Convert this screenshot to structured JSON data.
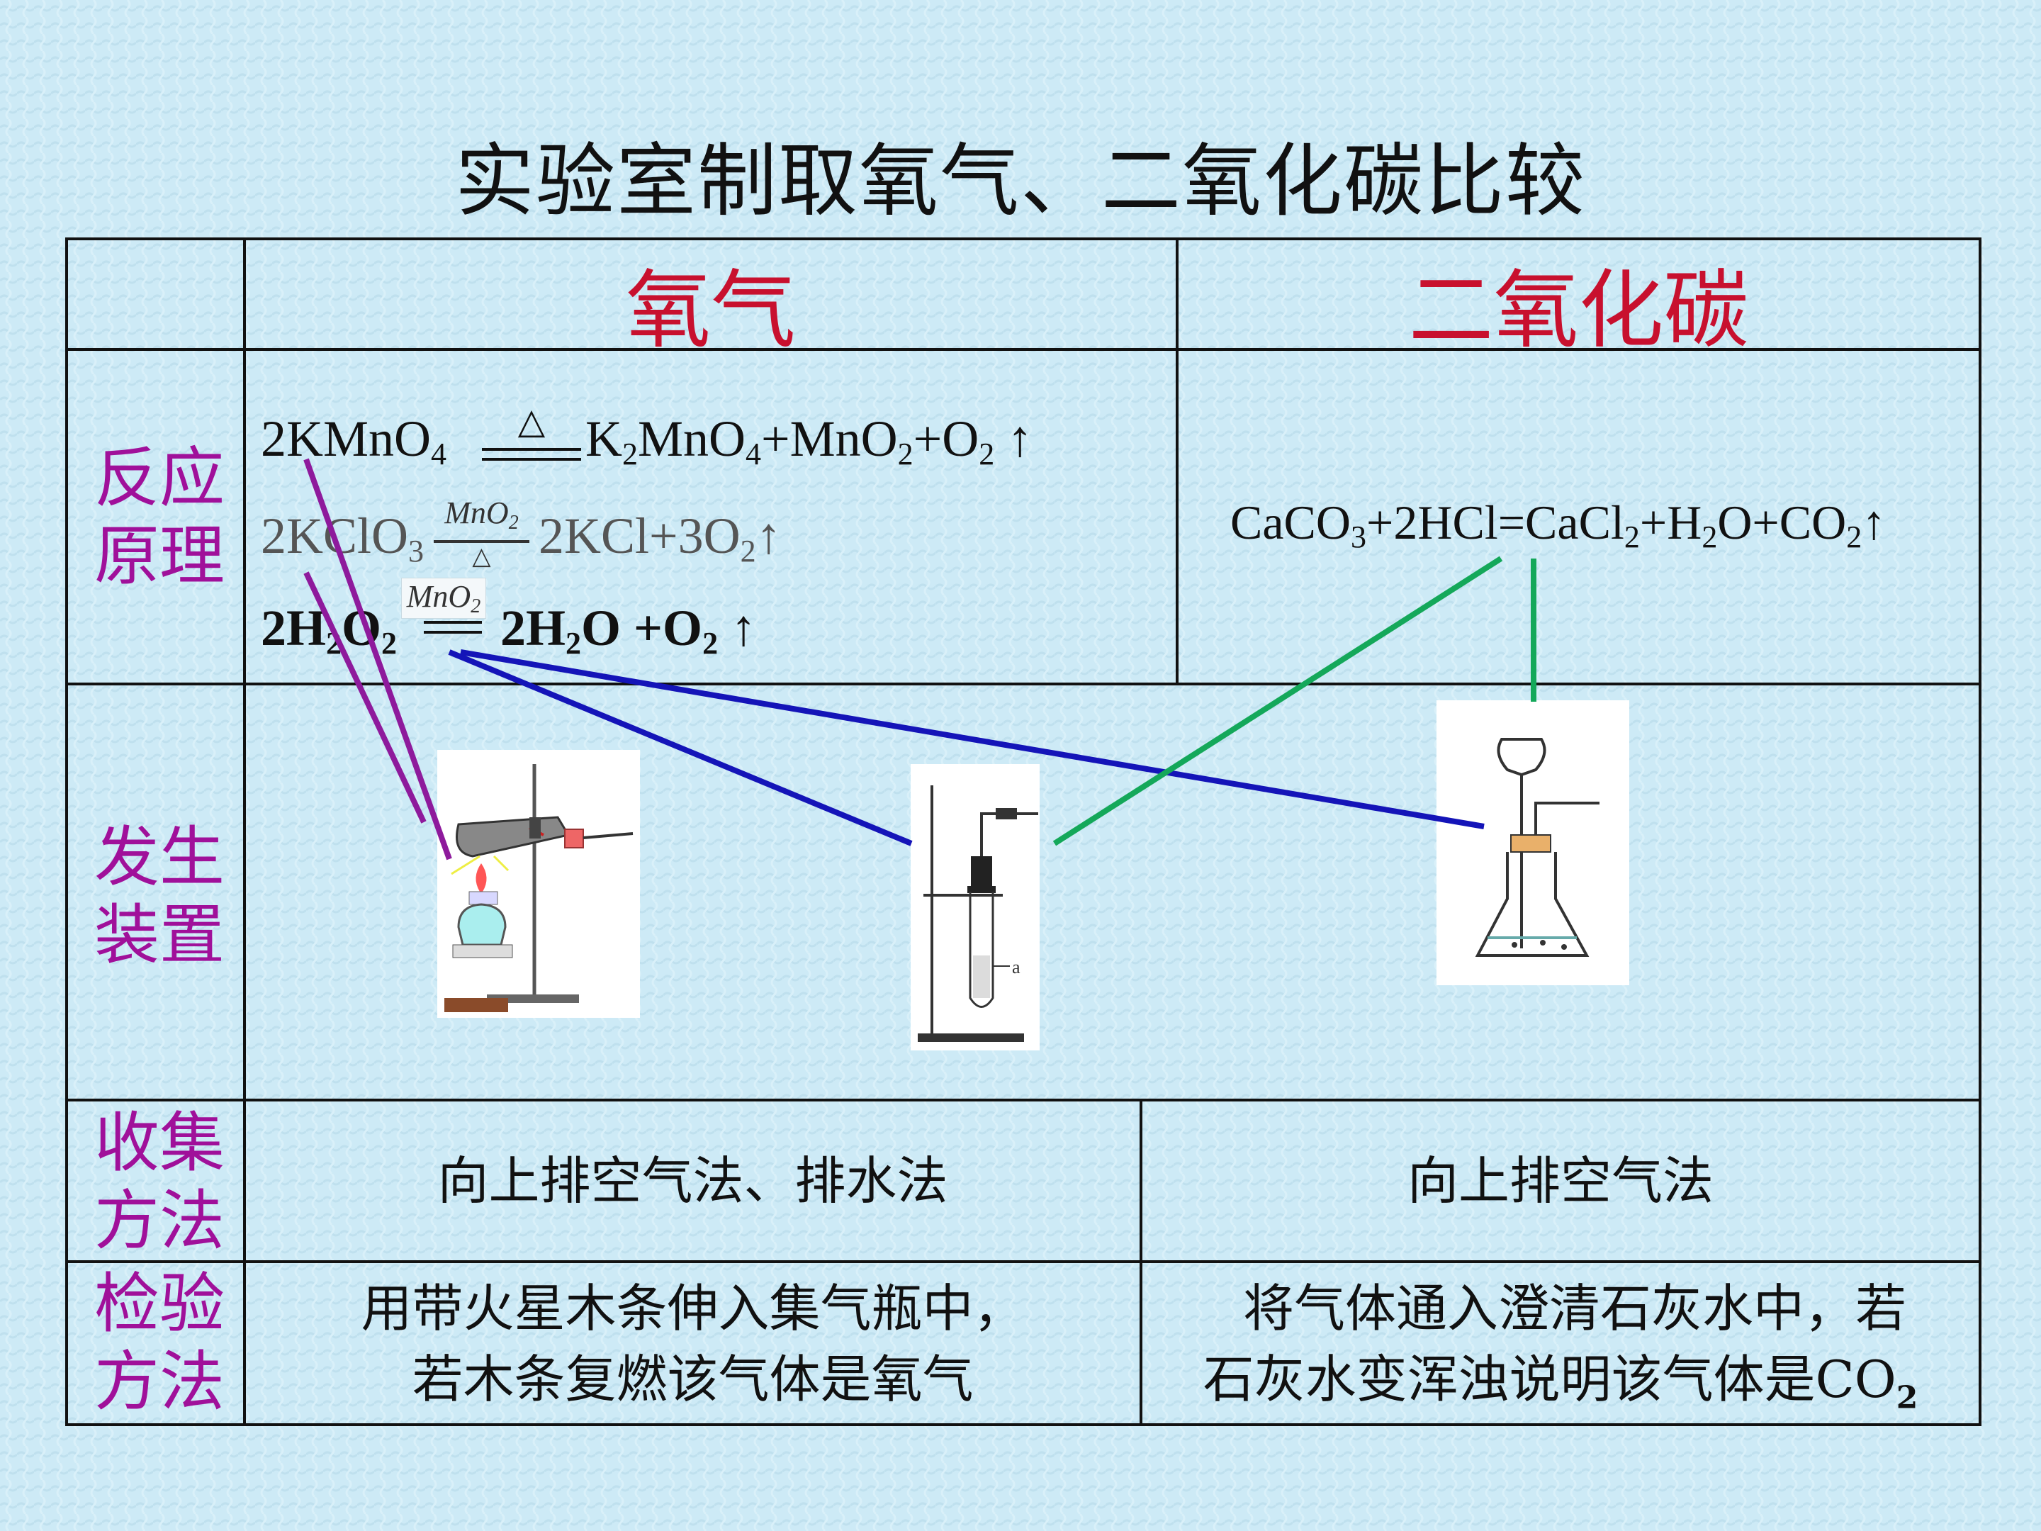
{
  "title": "实验室制取氧气、二氧化碳比较",
  "headers": {
    "oxygen": "氧气",
    "co2": "二氧化碳"
  },
  "row_labels": {
    "principle": [
      "反应",
      "原理"
    ],
    "apparatus": [
      "发生",
      "装置"
    ],
    "collection": [
      "收集",
      "方法"
    ],
    "test": [
      "检验",
      "方法"
    ]
  },
  "equations": {
    "kmno4": {
      "lhs": "2KMnO",
      "lhs_sub": "4",
      "cond": "△",
      "rhs": [
        "K",
        "2",
        "MnO",
        "4",
        "+MnO",
        "2",
        "+O",
        "2",
        " ↑"
      ]
    },
    "kclo3": {
      "lhs": "2KClO",
      "lhs_sub": "3",
      "cond_top": "MnO",
      "cond_top_sub": "2",
      "cond_bottom": "△",
      "rhs": [
        "2KCl+3O",
        "2",
        "↑"
      ]
    },
    "h2o2": {
      "lhs": "2H",
      "lhs_sub": "2",
      "lhs2": "O",
      "lhs2_sub": "2",
      "cond_top": "MnO",
      "cond_top_sub": "2",
      "rhs": [
        "2H",
        "2",
        "O +O",
        "2",
        " ↑"
      ]
    },
    "co2": [
      "CaCO",
      "3",
      "+2HCl=CaCl",
      "2",
      "+H",
      "2",
      "O+CO",
      "2",
      "↑"
    ]
  },
  "apparatus_label": "a",
  "collection": {
    "oxygen": "向上排空气法、排水法",
    "co2": "向上排空气法"
  },
  "test": {
    "oxygen": [
      "用带火星木条伸入集气瓶中，",
      "若木条复燃该气体是氧气"
    ],
    "co2_line1": "将气体通入澄清石灰水中，若",
    "co2_line2": "石灰水变浑浊说明该气体是CO",
    "co2_line2_sub": "2"
  },
  "colors": {
    "background": "#cfeaf5",
    "header_text": "#c8102e",
    "row_label_text": "#a0109a",
    "line_purple": "#8e1a9c",
    "line_blue": "#1414b8",
    "line_green": "#14a85a"
  }
}
